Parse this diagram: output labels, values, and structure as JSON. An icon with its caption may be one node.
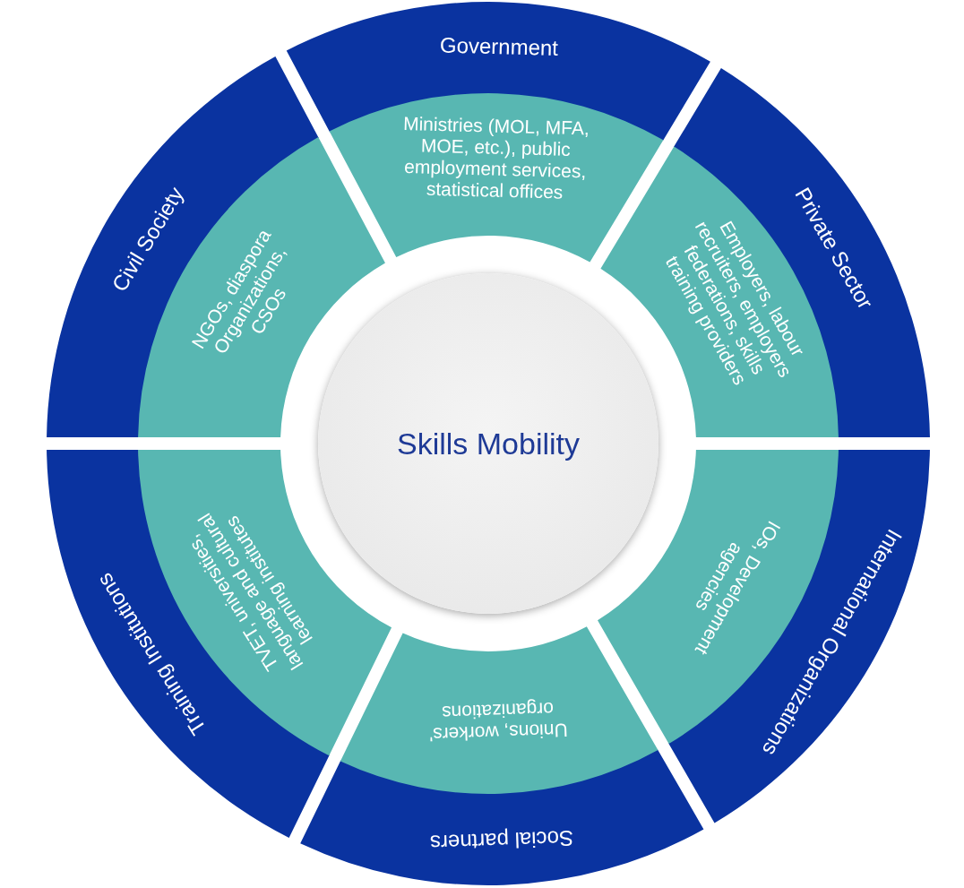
{
  "diagram": {
    "nodes": [
      {
        "text": [
          "Skills Mobility"
        ]
      },
      {
        "text": [
          "Government",
          "Ministries (MOL, MFA, MOE, etc.), public employment services, statistical offices"
        ]
      },
      {
        "text": [
          "Private Sector",
          "Employers, labour recruiters, employers federations, skills training providers"
        ]
      },
      {
        "text": [
          "International Organizations",
          "IOs, Development agencies"
        ]
      },
      {
        "text": [
          "Social partners",
          "Unions, workers' organizations"
        ]
      },
      {
        "text": [
          "Training Institutions",
          "TVET, universities, language and cultural learning institutes"
        ]
      },
      {
        "text": [
          "Civil Society",
          "NGOs, diaspora Organizations, CSOs"
        ]
      }
    ]
  }
}
